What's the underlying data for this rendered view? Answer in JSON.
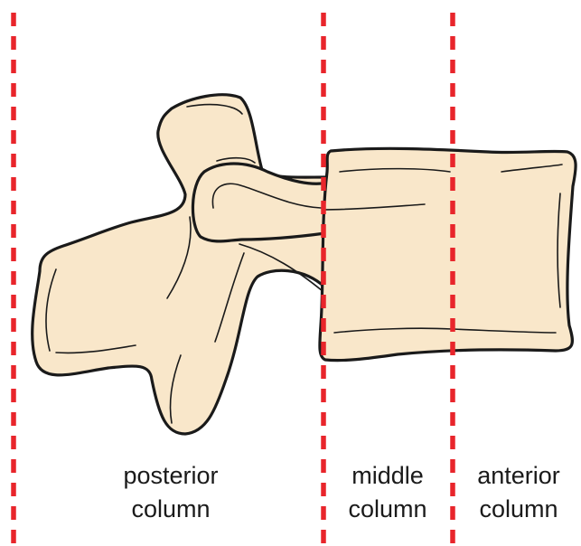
{
  "colors": {
    "bone_fill": "#f9e7ca",
    "bone_stroke": "#1a1a1a",
    "divider": "#e8252b",
    "text": "#1a1a1a"
  },
  "columns": [
    {
      "id": "posterior",
      "line1": "posterior",
      "line2": "column"
    },
    {
      "id": "middle",
      "line1": "middle",
      "line2": "column"
    },
    {
      "id": "anterior",
      "line1": "anterior",
      "line2": "column"
    }
  ]
}
